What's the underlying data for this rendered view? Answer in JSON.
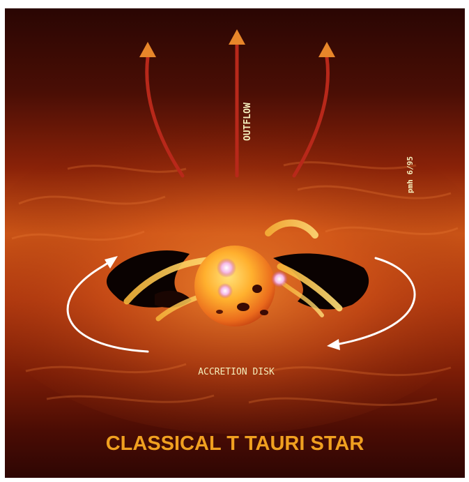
{
  "diagram": {
    "title": "CLASSICAL T TAURI STAR",
    "labels": {
      "outflow": "OUTFLOW",
      "accretion_disk": "ACCRETION DISK",
      "credit": "pmh 6/95"
    },
    "colors": {
      "title": "#f0a020",
      "label_text": "#f4eebc",
      "outflow_stream": "#b8281a",
      "outflow_arrowhead": "#e8862a",
      "rotation_arrow": "#ffffff",
      "star_core": "#ffd040",
      "star_edge": "#e0501a",
      "background_dark": "#3a0a04",
      "background_glow": "#d8561c"
    }
  }
}
